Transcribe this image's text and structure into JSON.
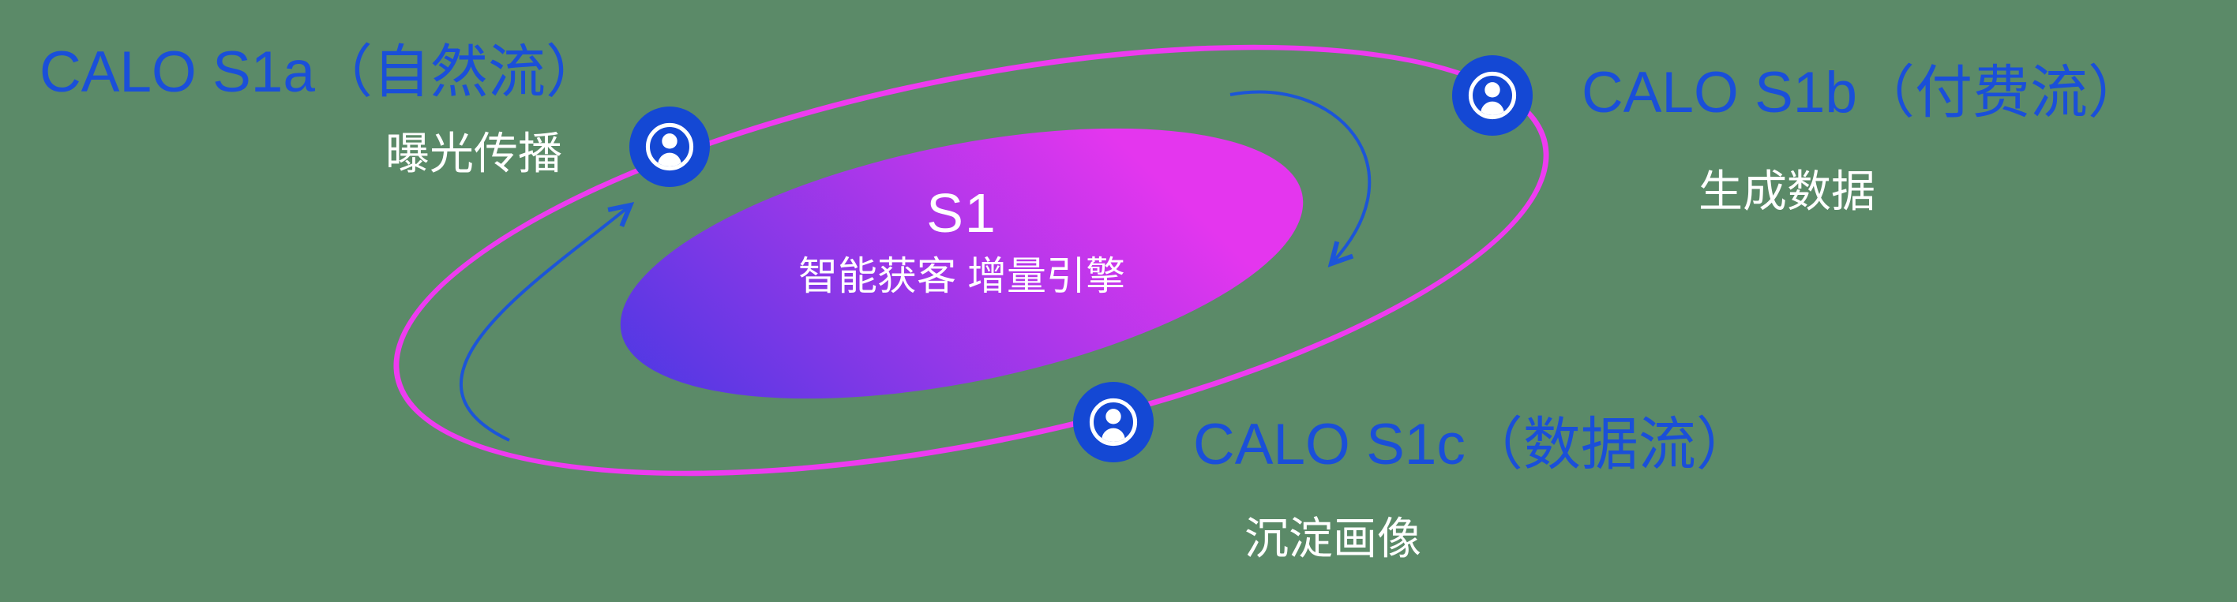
{
  "colors": {
    "bg": "#5b8a68",
    "orbit_pink": "#ee3bf0",
    "node_blue": "#1448d4",
    "label_blue": "#1a4fd9",
    "arrow_blue": "#1c55d8",
    "gradient_start": "#4439e2",
    "gradient_end": "#e436ee"
  },
  "center": {
    "title": "S1",
    "subtitle": "智能获客  增量引擎"
  },
  "nodes": [
    {
      "id": "s1a",
      "label": "CALO S1a（自然流）",
      "sublabel": "曝光传播",
      "icon": "person-in-circle-icon"
    },
    {
      "id": "s1b",
      "label": "CALO S1b（付费流）",
      "sublabel": "生成数据",
      "icon": "person-in-circle-icon"
    },
    {
      "id": "s1c",
      "label": "CALO S1c（数据流）",
      "sublabel": "沉淀画像",
      "icon": "person-in-circle-icon"
    }
  ]
}
